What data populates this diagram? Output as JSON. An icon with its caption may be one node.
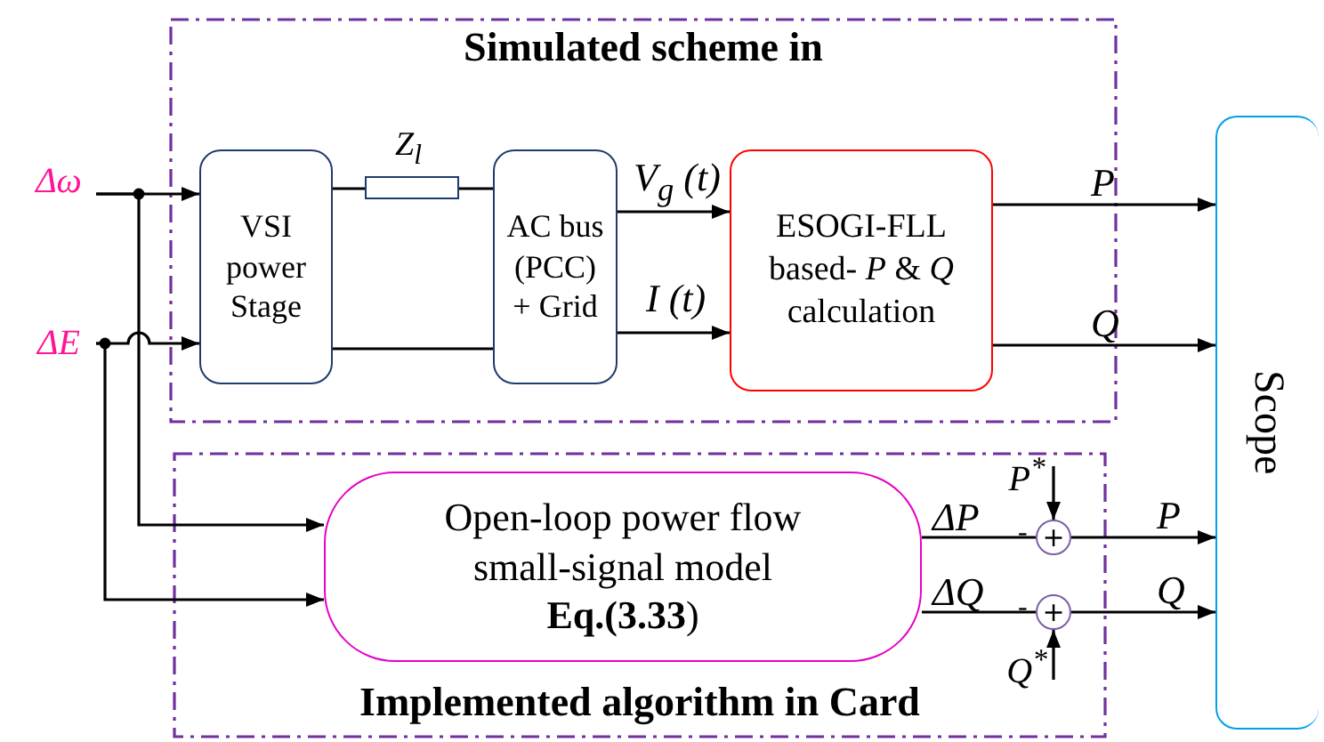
{
  "diagram": {
    "nodes": [
      {
        "text": [
          "Simulated scheme in"
        ]
      },
      {
        "text": [
          "VSI power Stage"
        ],
        "in": 0
      },
      {
        "text": [],
        "shape": "box",
        "in": 0,
        "beside": [
          "Z$_{l}$"
        ]
      },
      {
        "text": [
          "AC bus (PCC) + Grid"
        ],
        "in": 0
      },
      {
        "text": [
          "ESOGI-FLL based- *P* & *Q* calculation"
        ],
        "in": 0
      },
      {
        "text": [
          "Scope"
        ]
      },
      {
        "text": [
          "Implemented algorithm in Card"
        ]
      },
      {
        "text": [
          "Open-loop power flow small-signal model",
          "**Eq.(3.33**)"
        ],
        "in": 6
      },
      {
        "text": [
          "+"
        ],
        "in": 6,
        "beside": [
          "-"
        ]
      },
      {
        "text": [
          "+"
        ],
        "in": 6,
        "beside": [
          "-"
        ]
      },
      {
        "text": [
          "Δω"
        ]
      },
      {
        "text": [
          "ΔE"
        ]
      },
      {
        "text": [
          "P$^{*}$"
        ],
        "in": 6
      },
      {
        "text": [
          "Q$^{*}$"
        ],
        "in": 6
      }
    ],
    "edges": [
      {
        "from": 10,
        "to": 1,
        "arrow": "to"
      },
      {
        "from": 10,
        "to": 7,
        "arrow": "to"
      },
      {
        "from": 11,
        "to": 1,
        "arrow": "to"
      },
      {
        "from": 11,
        "to": 7,
        "arrow": "to"
      },
      {
        "from": 1,
        "to": 2,
        "arrow": "none"
      },
      {
        "from": 2,
        "to": 3,
        "arrow": "none"
      },
      {
        "from": 1,
        "to": 3,
        "arrow": "none"
      },
      {
        "from": 3,
        "to": 4,
        "arrow": "to",
        "label": "V$_{g}$ (t)"
      },
      {
        "from": 3,
        "to": 4,
        "arrow": "to",
        "label": "I (t)"
      },
      {
        "from": 4,
        "to": 5,
        "arrow": "to",
        "label": "P"
      },
      {
        "from": 4,
        "to": 5,
        "arrow": "to",
        "label": "Q"
      },
      {
        "from": 7,
        "to": 8,
        "arrow": "none",
        "label": "ΔP"
      },
      {
        "from": 7,
        "to": 9,
        "arrow": "none",
        "label": "ΔQ"
      },
      {
        "from": 12,
        "to": 8,
        "arrow": "to"
      },
      {
        "from": 13,
        "to": 9,
        "arrow": "to"
      },
      {
        "from": 8,
        "to": 5,
        "arrow": "to",
        "label": "P"
      },
      {
        "from": 9,
        "to": 5,
        "arrow": "to",
        "label": "Q"
      }
    ]
  }
}
